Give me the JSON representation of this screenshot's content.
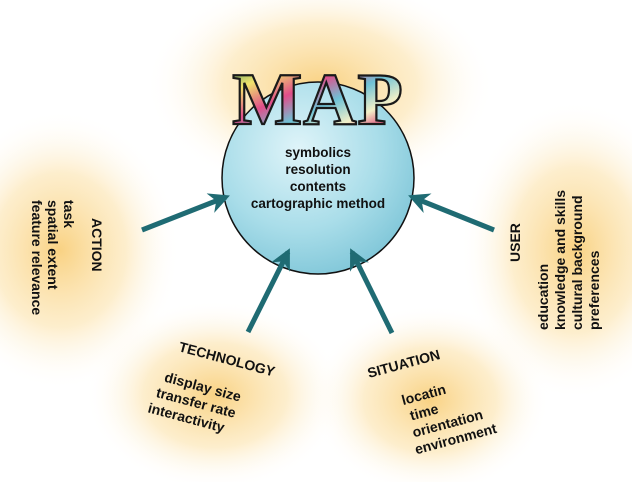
{
  "title": "MAP",
  "core": {
    "items": [
      "symbolics",
      "resolution",
      "contents",
      "cartographic method"
    ]
  },
  "contexts": {
    "action": {
      "title": "ACTION",
      "items": [
        "task",
        "spatial extent",
        "feature relevance"
      ]
    },
    "technology": {
      "title": "TECHNOLOGY",
      "items": [
        "display size",
        "transfer rate",
        "interactivity"
      ]
    },
    "situation": {
      "title": "SITUATION",
      "items": [
        "locatin",
        "time",
        "orientation",
        "environment"
      ]
    },
    "user": {
      "title": "USER",
      "items": [
        "education",
        "knowledge and skills",
        "cultural background",
        "preferences"
      ]
    }
  },
  "colors": {
    "circle_fill": "#a9dde9",
    "circle_stroke": "#111111",
    "arrow": "#1f6b73",
    "glow": "#f7c35a"
  },
  "icons": {
    "arrows": "arrow-icon"
  }
}
